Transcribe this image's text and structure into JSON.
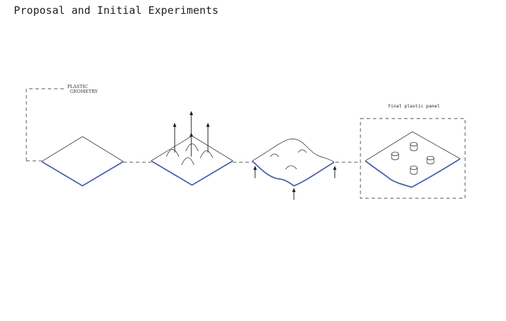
{
  "title": "Proposal and Initial Experiments",
  "labels": {
    "plastic_line1": "PLASTIC",
    "plastic_line2": "GEOMETRY",
    "final_panel": "Final plastic panel"
  },
  "colors": {
    "accent_edge": "#4a5fae",
    "line": "#333333"
  }
}
